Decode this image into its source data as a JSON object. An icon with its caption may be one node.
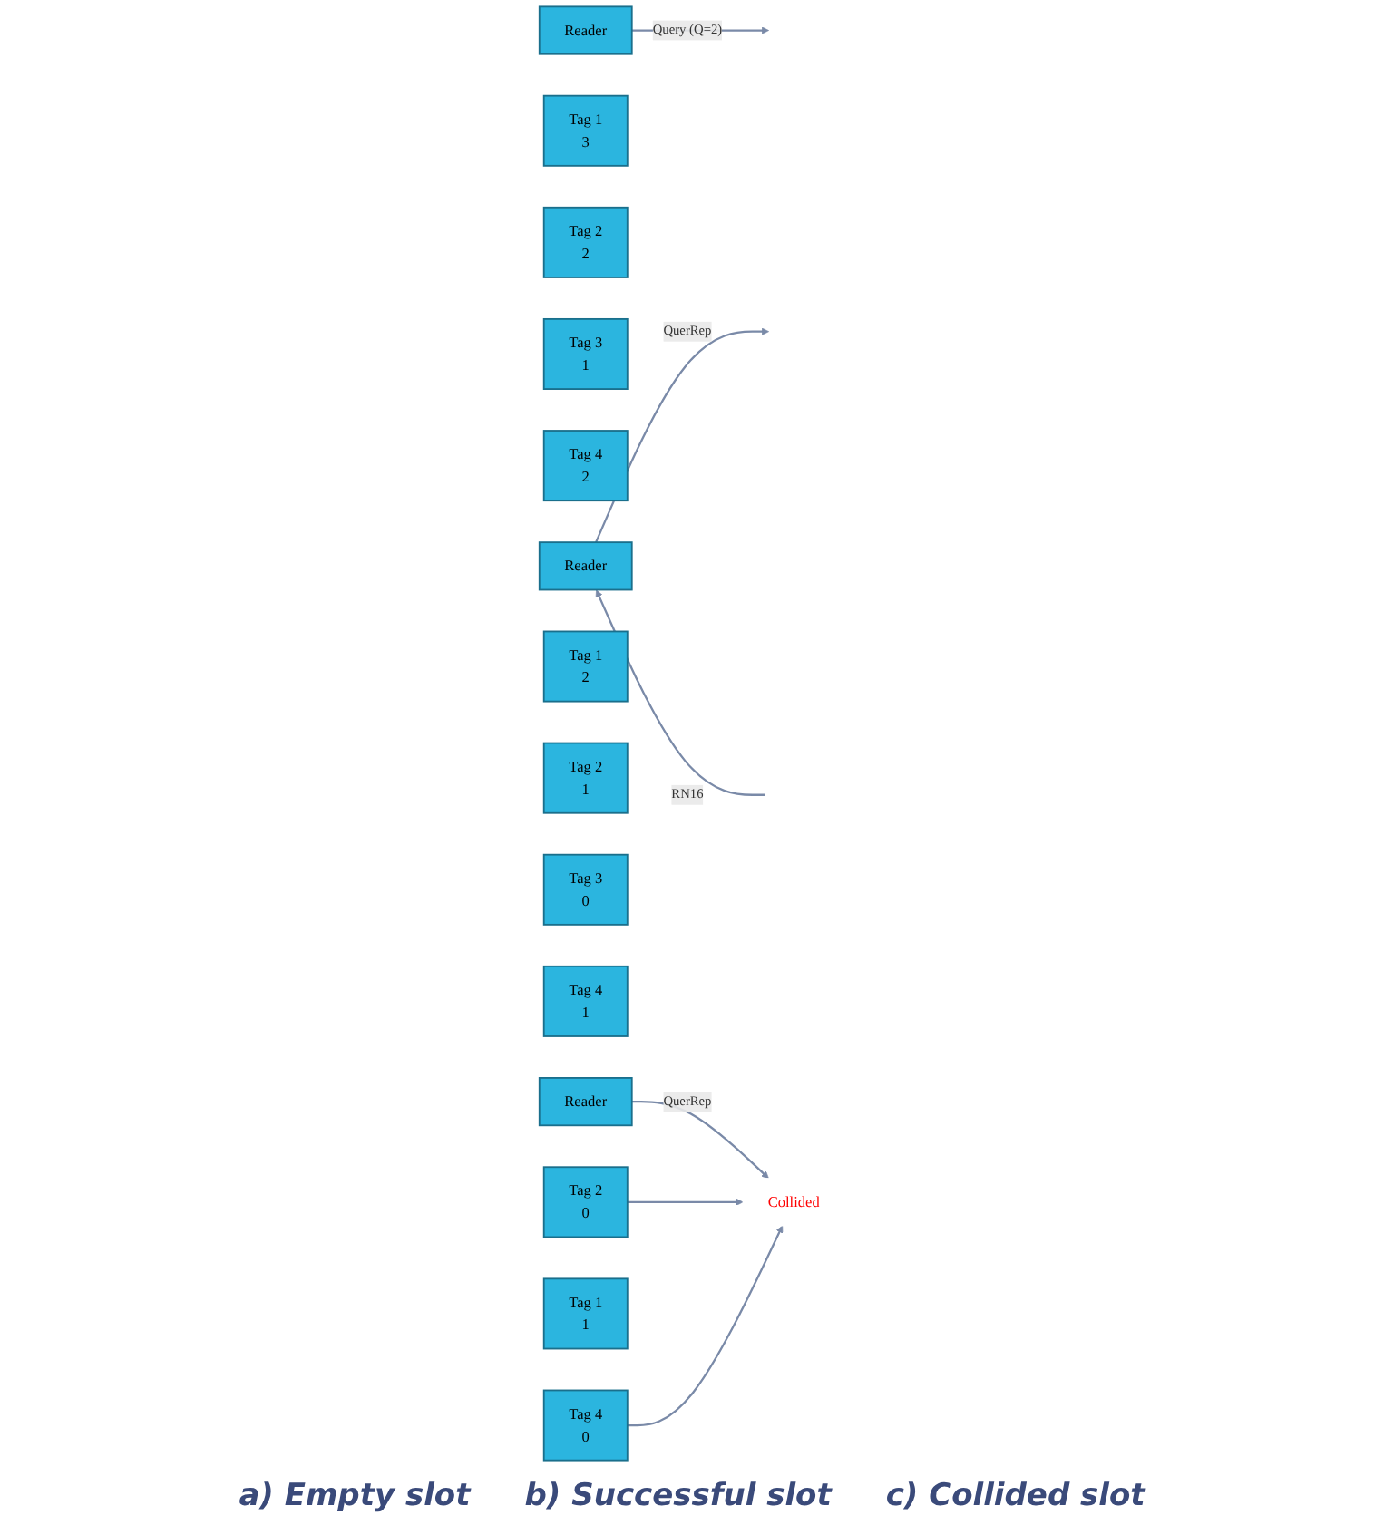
{
  "diagram": {
    "nodes": [
      {
        "text": [
          "Reader"
        ]
      },
      {
        "text": [
          "Tag 1",
          "3"
        ]
      },
      {
        "text": [
          "Tag 2",
          "2"
        ]
      },
      {
        "text": [
          "Tag 3",
          "1"
        ]
      },
      {
        "text": [
          "Tag 4",
          "2"
        ]
      },
      {
        "text": [
          "Reader"
        ]
      },
      {
        "text": [
          "Tag 1",
          "2"
        ]
      },
      {
        "text": [
          "Tag 2",
          "1"
        ]
      },
      {
        "text": [
          "Tag 3",
          "0"
        ]
      },
      {
        "text": [
          "Tag 4",
          "1"
        ]
      },
      {
        "text": [
          "Reader"
        ]
      },
      {
        "text": [
          "Collided"
        ]
      },
      {
        "text": [
          "Tag 2",
          "0"
        ]
      },
      {
        "text": [
          "Tag 1",
          "1"
        ]
      },
      {
        "text": [
          "Tag 4",
          "0"
        ]
      }
    ],
    "edges": [
      {
        "from": 0,
        "to": null,
        "arrow": "to",
        "label": "Query (Q=2)"
      },
      {
        "from": 5,
        "to": null,
        "arrow": "to",
        "label": "QuerRep"
      },
      {
        "from": null,
        "to": 5,
        "arrow": "to",
        "label": "RN16"
      },
      {
        "from": 10,
        "to": 11,
        "arrow": "to",
        "label": "QuerRep"
      },
      {
        "from": 12,
        "to": 11,
        "arrow": "to"
      },
      {
        "from": 14,
        "to": 11,
        "arrow": "to"
      }
    ],
    "labels": [
      "a) Empty slot",
      "b) Successful slot",
      "c) Collided slot"
    ]
  }
}
